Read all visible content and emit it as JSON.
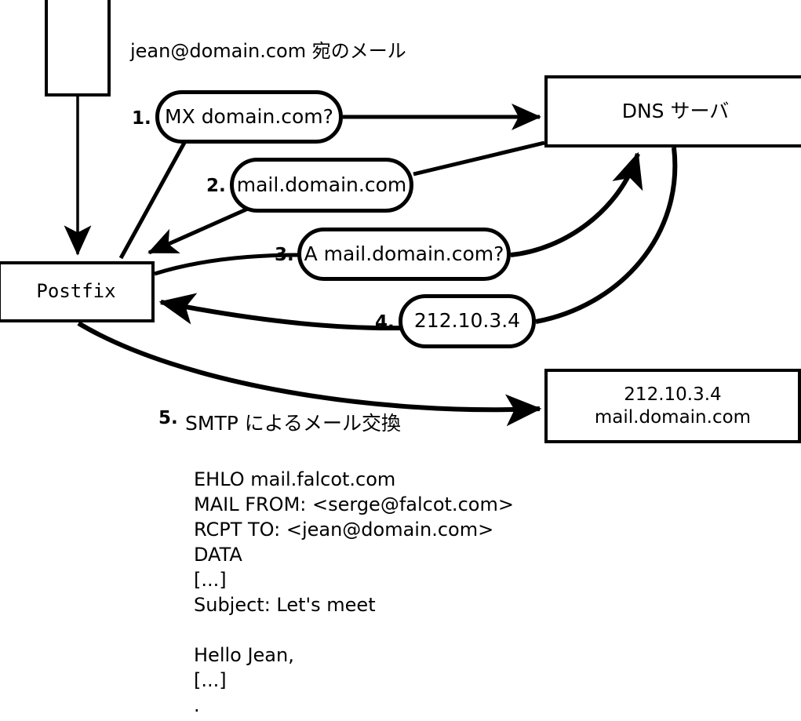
{
  "diagram": {
    "title_caption": "jean@domain.com 宛のメール",
    "nodes": {
      "client": {
        "label": ""
      },
      "postfix": {
        "label": "Postfix"
      },
      "dns_server": {
        "label": "DNS サーバ"
      },
      "mail_server": {
        "label": "212.10.3.4\nmail.domain.com"
      }
    },
    "steps": [
      {
        "number": "1.",
        "label": "MX domain.com?"
      },
      {
        "number": "2.",
        "label": "mail.domain.com"
      },
      {
        "number": "3.",
        "label": "A mail.domain.com?"
      },
      {
        "number": "4.",
        "label": "212.10.3.4"
      },
      {
        "number": "5.",
        "label": "SMTP によるメール交換"
      }
    ],
    "smtp_transcript": "EHLO mail.falcot.com\nMAIL FROM: <serge@falcot.com>\nRCPT TO: <jean@domain.com>\nDATA\n[...]\nSubject: Let's meet\n\nHello Jean,\n[...]\n.",
    "colors": {
      "stroke": "#000000",
      "background": "#ffffff",
      "text": "#000000"
    }
  }
}
